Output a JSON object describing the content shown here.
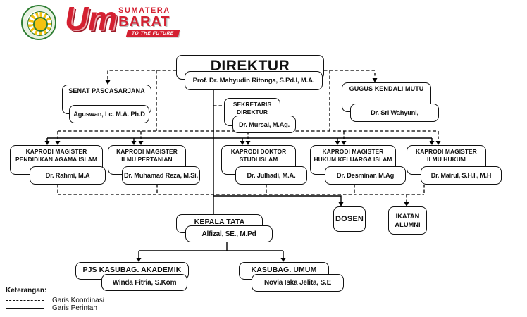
{
  "logo": {
    "um_text": "Um",
    "line1": "SUMATERA",
    "line2": "BARAT",
    "tagline": "TO THE FUTURE"
  },
  "boxes": {
    "direktur": {
      "title": "DIREKTUR",
      "name": "Prof. Dr. Mahyudin Ritonga, S.Pd.I, M.A."
    },
    "senat": {
      "title": "SENAT PASCASARJANA",
      "name": "Aguswan, Lc. M.A. Ph.D"
    },
    "gugus": {
      "title": "GUGUS KENDALI MUTU",
      "name": "Dr. Sri Wahyuni,"
    },
    "sekretaris": {
      "title": "SEKRETARIS DIREKTUR",
      "name": "Dr. Mursal, M.Ag."
    },
    "kaprodi_pai": {
      "title": "KAPRODI MAGISTER PENDIDIKAN AGAMA ISLAM",
      "name": "Dr. Rahmi, M.A"
    },
    "kaprodi_pertanian": {
      "title": "KAPRODI MAGISTER ILMU PERTANIAN",
      "name": "Dr. Muhamad Reza, M.Si."
    },
    "kaprodi_doktor": {
      "title": "KAPRODI DOKTOR STUDI ISLAM",
      "name": "Dr. Julhadi, M.A."
    },
    "kaprodi_hukum_keluarga": {
      "title": "KAPRODI MAGISTER HUKUM KELUARGA ISLAM",
      "name": "Dr. Desminar, M.Ag"
    },
    "kaprodi_ilmu_hukum": {
      "title": "KAPRODI MAGISTER ILMU HUKUM",
      "name": "Dr. Mairul, S.H.I., M.H"
    },
    "dosen": {
      "title": "DOSEN"
    },
    "ikatan_alumni": {
      "title": "IKATAN ALUMNI"
    },
    "kepala_tata": {
      "title": "KEPALA TATA",
      "name": "Alfizal, SE., M.Pd"
    },
    "pjs_kasubag_akademik": {
      "title": "PJS KASUBAG. AKADEMIK",
      "name": "Winda Fitria, S.Kom"
    },
    "kasubag_umum": {
      "title": "KASUBAG. UMUM",
      "name": "Novia Iska Jelita, S.E"
    }
  },
  "legend": {
    "heading": "Keterangan:",
    "items": [
      {
        "label": "Garis Koordinasi",
        "style": "dashed"
      },
      {
        "label": "Garis Perintah",
        "style": "solid"
      }
    ]
  },
  "colors": {
    "line": "#000000",
    "box_border": "#111111",
    "logo_red": "#d42031",
    "logo_green": "#2e7d32",
    "logo_yellow": "#f3c212"
  }
}
